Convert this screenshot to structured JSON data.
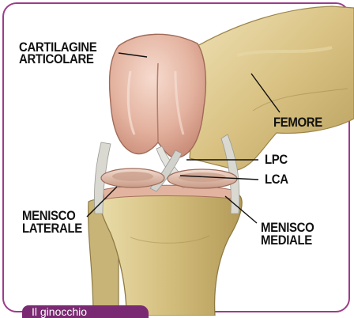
{
  "labels": {
    "cartilagine_line1": "CARTILAGINE",
    "cartilagine_line2": "ARTICOLARE",
    "femore": "FEMORE",
    "lpc": "LPC",
    "lca": "LCA",
    "menisco_laterale_line1": "MENISCO",
    "menisco_laterale_line2": "LATERALE",
    "menisco_mediale_line1": "MENISCO",
    "menisco_mediale_line2": "MEDIALE"
  },
  "caption": "Il ginocchio",
  "colors": {
    "frame": "#9b3d8a",
    "caption_bg": "#7a2a72",
    "bone": "#d8c48a",
    "cartilage": "#e6b9a6",
    "ligament": "#d9d9d4"
  }
}
